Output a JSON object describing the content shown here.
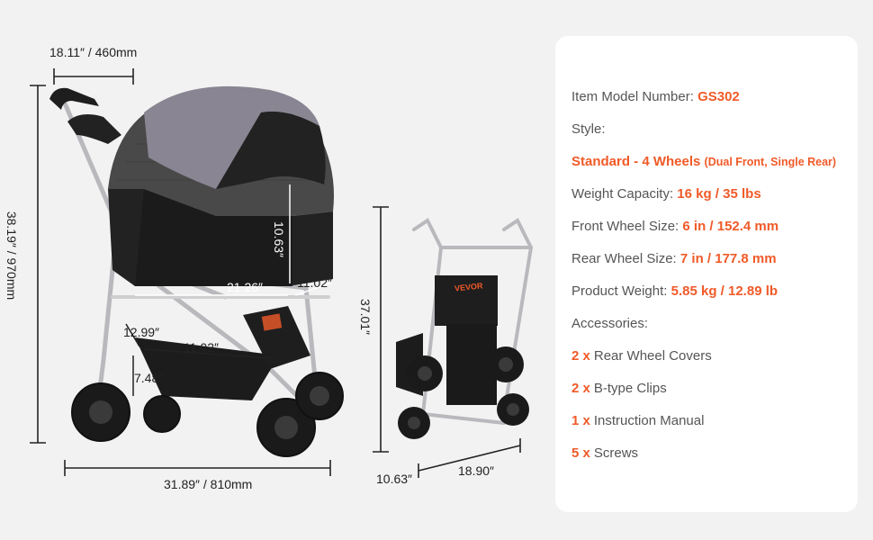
{
  "dimensions": {
    "top_width": "18.11″ / 460mm",
    "height": "38.19″ / 970mm",
    "length": "31.89″ / 810mm",
    "basket_height": "10.63″",
    "basket_length": "21.26″",
    "basket_width": "11.02″",
    "bottom_basket_height": "12.99″",
    "bottom_basket_width": "11.02″",
    "bottom_basket_depth": "7.48″",
    "folded_height": "37.01″",
    "folded_depth": "10.63″",
    "folded_width": "18.90″"
  },
  "bag_brand": "VEVOR",
  "specs": {
    "model_label": "Item Model Number:",
    "model_value": "GS302",
    "style_label": "Style:",
    "style_value": "Standard - 4 Wheels",
    "style_note": "(Dual Front, Single Rear)",
    "capacity_label": "Weight Capacity:",
    "capacity_value": "16 kg / 35 lbs",
    "front_wheel_label": "Front Wheel Size:",
    "front_wheel_value": "6 in / 152.4 mm",
    "rear_wheel_label": "Rear Wheel Size:",
    "rear_wheel_value": "7 in / 177.8 mm",
    "weight_label": "Product Weight:",
    "weight_value": "5.85 kg / 12.89 lb",
    "accessories_label": "Accessories:",
    "accessories": [
      {
        "qty": "2 x",
        "name": "Rear Wheel Covers"
      },
      {
        "qty": "2 x",
        "name": "B-type Clips"
      },
      {
        "qty": "1 x",
        "name": "Instruction Manual"
      },
      {
        "qty": "5 x",
        "name": "Screws"
      }
    ]
  },
  "colors": {
    "accent": "#f05a28",
    "canopy": "#8a8592",
    "body": "#1e1e1e",
    "frame": "#b9b9bd"
  }
}
